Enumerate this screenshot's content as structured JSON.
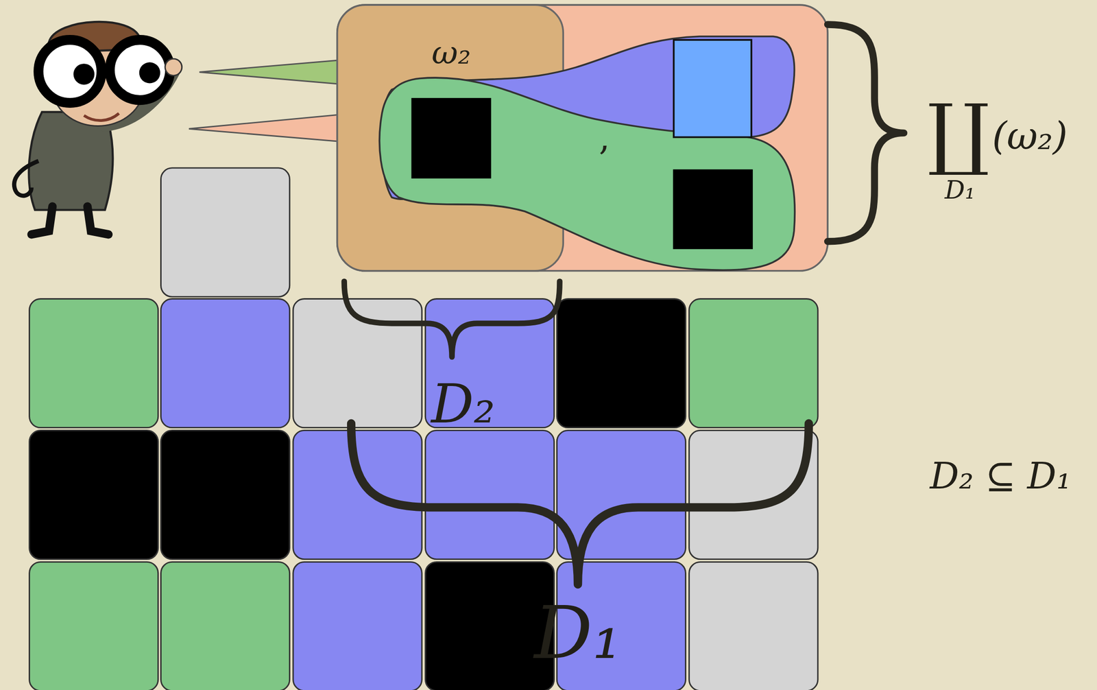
{
  "diagram": {
    "nodes": [
      {
        "text": [
          "ω₂"
        ]
      }
    ],
    "labels": [
      ",",
      "∐",
      "(ω₂)",
      "D₁",
      "D₂",
      "D₂ ⊆ D₁",
      "D₁"
    ]
  }
}
